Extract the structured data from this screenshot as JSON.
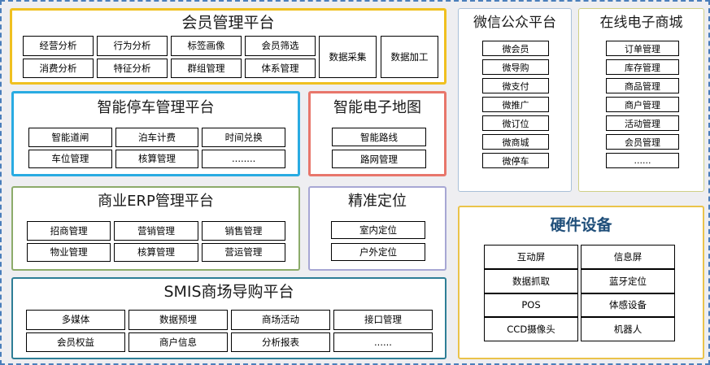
{
  "diagram": {
    "background_color": "#eeeef1",
    "selection_border_color": "#4a7ebb",
    "panels": {
      "member_platform": {
        "title": "会员管理平台",
        "border_color": "#f0c020",
        "items": [
          "经营分析",
          "行为分析",
          "标签画像",
          "会员筛选",
          "消费分析",
          "特征分析",
          "群组管理",
          "体系管理"
        ],
        "wide_items": [
          "数据采集",
          "数据加工"
        ]
      },
      "parking_platform": {
        "title": "智能停车管理平台",
        "border_color": "#29abe2",
        "items": [
          "智能道闸",
          "泊车计费",
          "时间兑换",
          "车位管理",
          "核算管理",
          "........"
        ]
      },
      "emap_platform": {
        "title": "智能电子地图",
        "border_color": "#e8766b",
        "items": [
          "智能路线",
          "路网管理"
        ]
      },
      "erp_platform": {
        "title": "商业ERP管理平台",
        "border_color": "#8cab6a",
        "items": [
          "招商管理",
          "营销管理",
          "销售管理",
          "物业管理",
          "核算管理",
          "营运管理"
        ]
      },
      "position_platform": {
        "title": "精准定位",
        "border_color": "#a7a7d4",
        "items": [
          "室内定位",
          "户外定位"
        ]
      },
      "smis_platform": {
        "title": "SMIS商场导购平台",
        "border_color": "#2e7e96",
        "items": [
          "多媒体",
          "数据预埋",
          "商场活动",
          "接口管理",
          "会员权益",
          "商户信息",
          "分析报表",
          "......"
        ]
      },
      "wechat_platform": {
        "title": "微信公众平台",
        "border_color": "#a9c0d8",
        "items": [
          "微会员",
          "微导购",
          "微支付",
          "微推广",
          "微订位",
          "微商城",
          "微停车"
        ]
      },
      "mall_platform": {
        "title": "在线电子商城",
        "border_color": "#cfcf86",
        "items": [
          "订单管理",
          "库存管理",
          "商品管理",
          "商户管理",
          "活动管理",
          "会员管理",
          "......"
        ]
      },
      "hardware_platform": {
        "title": "硬件设备",
        "title_color": "#1f4e79",
        "border_color": "#eac34a",
        "items": [
          "互动屏",
          "信息屏",
          "数据抓取",
          "蓝牙定位",
          "POS",
          "体感设备",
          "CCD摄像头",
          "机器人"
        ]
      }
    }
  }
}
